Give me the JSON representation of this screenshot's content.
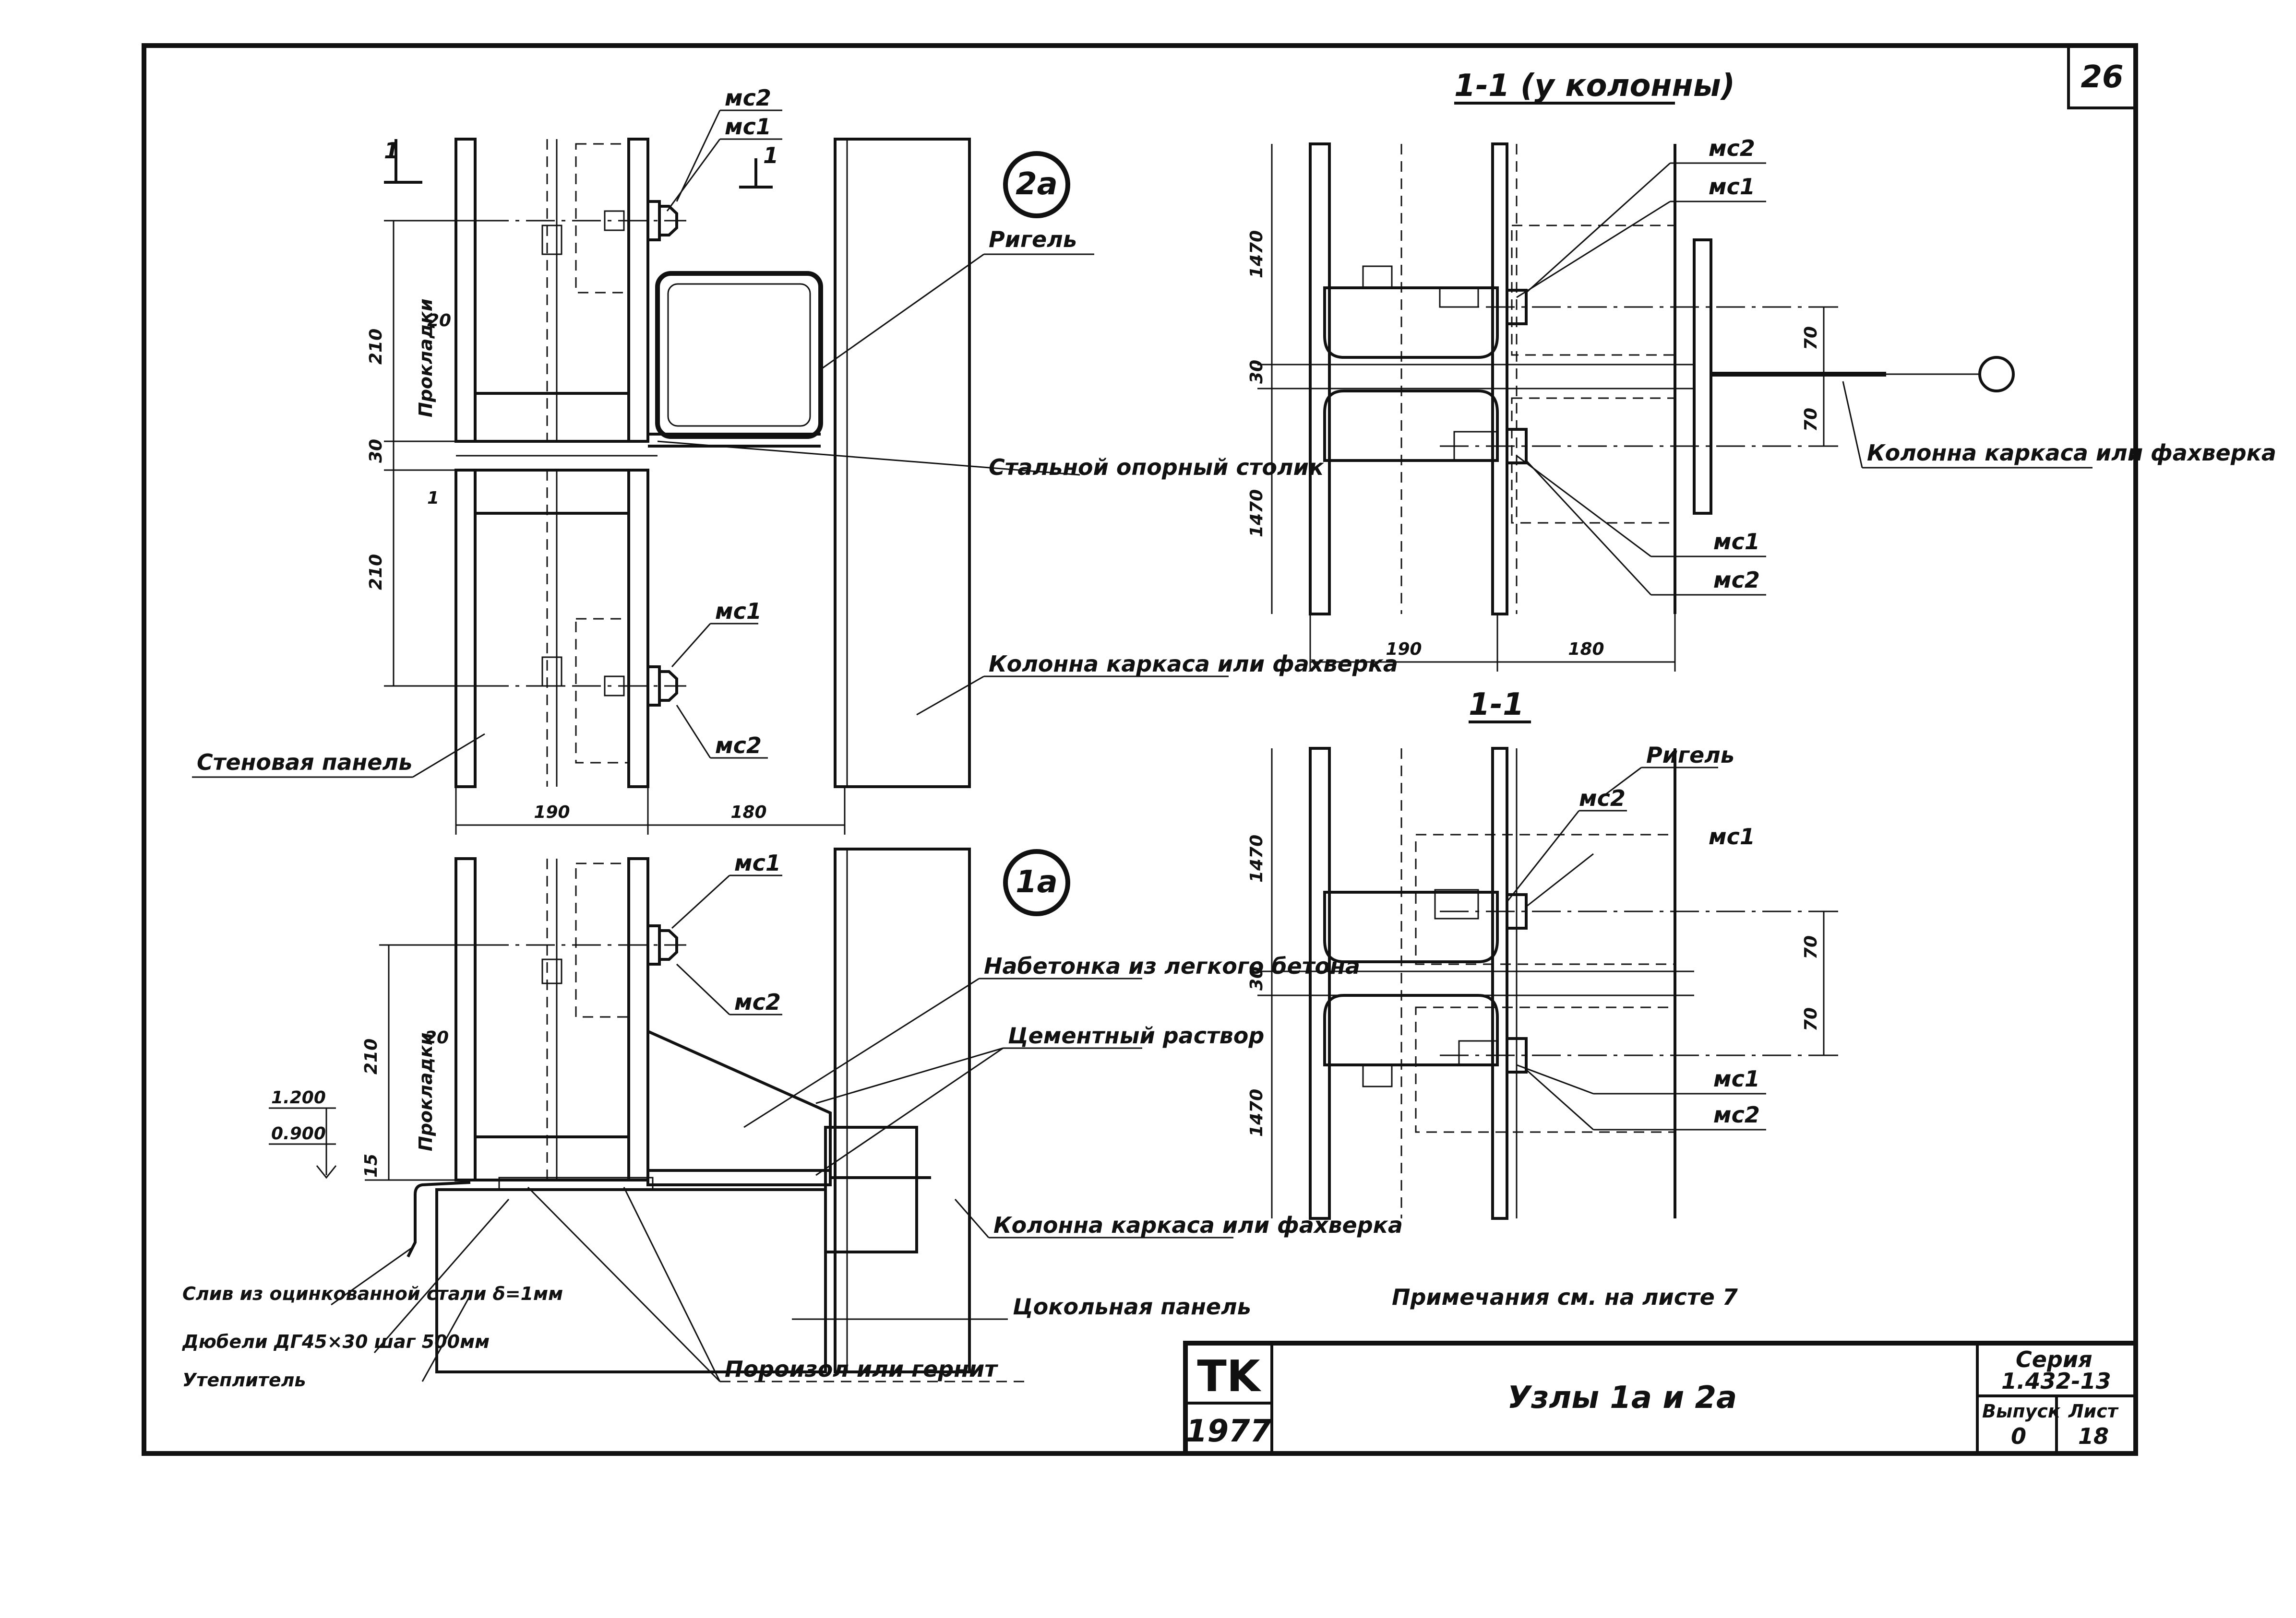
{
  "sheet": {
    "page_number": "26",
    "series_label": "Серия",
    "series_value": "1.432-13",
    "issue_label": "Выпуск",
    "issue_value": "0",
    "sheet_label": "Лист",
    "sheet_value": "18",
    "org": "TK",
    "year": "1977",
    "drawing_title": "Узлы 1а и 2а",
    "note": "Примечания см. на листе 7"
  },
  "node_2a": {
    "marker": "2а",
    "section_marker": "1",
    "labels": {
      "mc2_top": "мс2",
      "mc1_top": "мс1",
      "rigel": "Ригель",
      "support_table": "Стальной опорный столик",
      "column": "Колонна каркаса или фахверка",
      "wall_panel": "Стеновая панель",
      "mc1_bottom": "мс1",
      "mc2_bottom": "мс2",
      "gasket": "Прокладки"
    },
    "dims": {
      "d210_top": "210",
      "d30": "30",
      "d210_bot": "210",
      "d20": "20",
      "d1": "1",
      "w190": "190",
      "w180": "180"
    }
  },
  "node_1a": {
    "marker": "1а",
    "labels": {
      "mc1": "мс1",
      "mc2": "мс2",
      "concrete_fill": "Набетонка из легкого бетона",
      "cement_mortar": "Цементный раствор",
      "column": "Колонна каркаса или фахверка",
      "plinth_panel": "Цокольная панель",
      "sealant": "Пороизол или гернит",
      "drip": "Слив из оцинкованной стали δ=1мм",
      "dowels": "Дюбели ДГ45×30 шаг 500мм",
      "insulation": "Утеплитель",
      "gasket": "Прокладки"
    },
    "dims": {
      "elev_1200": "1.200",
      "elev_0900": "0.900",
      "d210": "210",
      "d20": "20",
      "d15": "15"
    }
  },
  "section_at_column": {
    "title": "1-1 (у колонны)",
    "labels": {
      "mc2_top": "мс2",
      "mc1_top": "мс1",
      "mc1_bot": "мс1",
      "mc2_bot": "мс2",
      "column": "Колонна каркаса или фахверка"
    },
    "dims": {
      "h1470_top": "1470",
      "h30": "30",
      "h1470_bot": "1470",
      "d70_top": "70",
      "d70_bot": "70",
      "w190": "190",
      "w180": "180"
    }
  },
  "section_1_1": {
    "title": "1-1",
    "labels": {
      "rigel": "Ригель",
      "mc2_top": "мс2",
      "mc1_top": "мс1",
      "mc1_bot": "мс1",
      "mc2_bot": "мс2"
    },
    "dims": {
      "h1470_top": "1470",
      "h30": "30",
      "h1470_bot": "1470",
      "d70_top": "70",
      "d70_bot": "70"
    }
  }
}
